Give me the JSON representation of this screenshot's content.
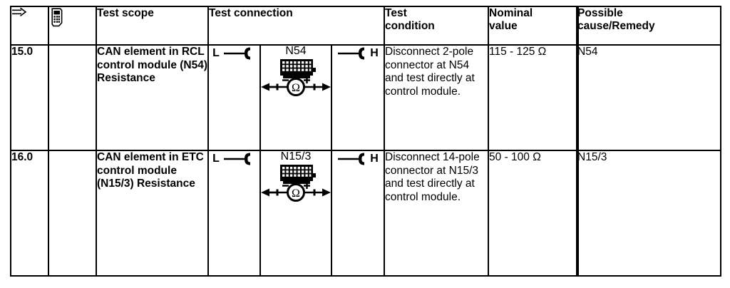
{
  "table": {
    "header": {
      "step_icon": "right-arrow",
      "tool_icon": "handheld-tester",
      "columns": [
        {
          "key": "step",
          "label": ""
        },
        {
          "key": "tool",
          "label": ""
        },
        {
          "key": "scope",
          "label": "Test scope"
        },
        {
          "key": "connection",
          "label": "Test connection"
        },
        {
          "key": "condition",
          "label": "Test\ncondition"
        },
        {
          "key": "nominal",
          "label": "Nominal\nvalue"
        },
        {
          "key": "cause",
          "label": "Possible\ncause/Remedy"
        }
      ],
      "labels": {
        "test_scope": "Test scope",
        "test_connection": "Test connection",
        "test_condition_line1": "Test",
        "test_condition_line2": "condition",
        "nominal_line1": "Nominal",
        "nominal_line2": "value",
        "cause_line1": "Possible",
        "cause_line2": "cause/Remedy"
      }
    },
    "rows": [
      {
        "step": "15.0",
        "scope": "CAN element in RCL control module (N54) Resistance",
        "connection": {
          "left_label": "L",
          "meter_label": "N54",
          "meter_symbol": "Ω",
          "terminal_minus": "−",
          "terminal_plus": "+",
          "right_label": "H"
        },
        "condition": "Disconnect 2-pole connector at N54 and test directly at control module.",
        "nominal": "115 - 125 Ω",
        "cause": "N54"
      },
      {
        "step": "16.0",
        "scope": "CAN element in ETC control module (N15/3) Resistance",
        "connection": {
          "left_label": "L",
          "meter_label": "N15/3",
          "meter_symbol": "Ω",
          "terminal_minus": "−",
          "terminal_plus": "+",
          "right_label": "H"
        },
        "condition": "Disconnect 14-pole connector at N15/3 and test directly at control module.",
        "nominal": "50 - 100 Ω",
        "cause": "N15/3"
      }
    ]
  },
  "colors": {
    "ink": "#000000",
    "paper": "#ffffff"
  }
}
